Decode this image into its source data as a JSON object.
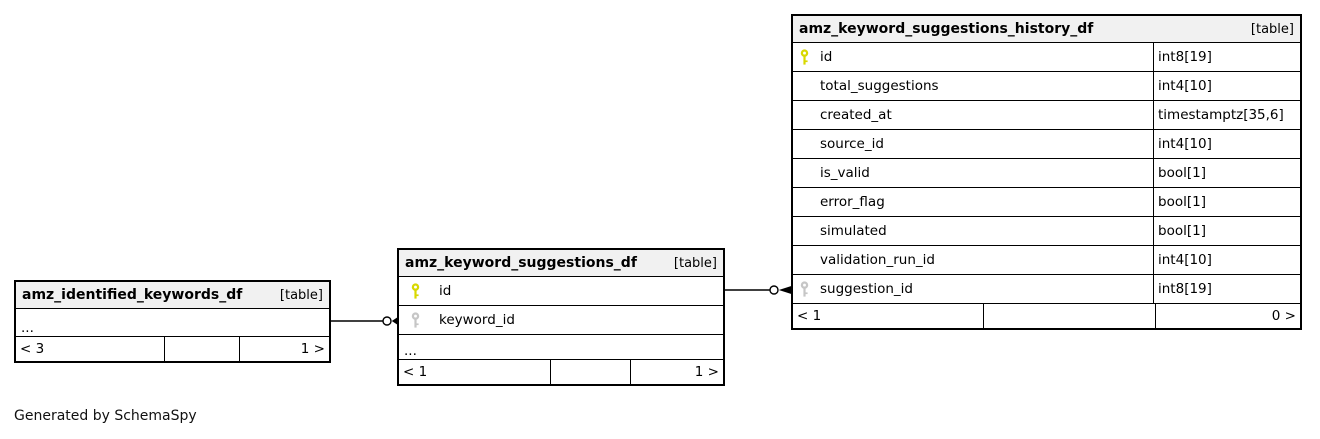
{
  "page": {
    "footer_note": "Generated by SchemaSpy"
  },
  "colors": {
    "table_header_bg": "#f1f1f1",
    "border": "#000000",
    "primary_key_icon": "#d8d800",
    "foreign_key_icon": "#c6c6c6",
    "background": "#ffffff"
  },
  "tables": [
    {
      "name": "amz_identified_keywords_df",
      "badge": "[table]",
      "ellipsis": "...",
      "columns": [],
      "footer": {
        "left": "< 3",
        "right": "1 >"
      }
    },
    {
      "name": "amz_keyword_suggestions_df",
      "badge": "[table]",
      "ellipsis": "...",
      "columns": [
        {
          "name": "id",
          "key": "primary"
        },
        {
          "name": "keyword_id",
          "key": "foreign"
        }
      ],
      "footer": {
        "left": "< 1",
        "right": "1 >"
      }
    },
    {
      "name": "amz_keyword_suggestions_history_df",
      "badge": "[table]",
      "columns": [
        {
          "name": "id",
          "type": "int8[19]",
          "key": "primary"
        },
        {
          "name": "total_suggestions",
          "type": "int4[10]"
        },
        {
          "name": "created_at",
          "type": "timestamptz[35,6]"
        },
        {
          "name": "source_id",
          "type": "int4[10]"
        },
        {
          "name": "is_valid",
          "type": "bool[1]"
        },
        {
          "name": "error_flag",
          "type": "bool[1]"
        },
        {
          "name": "simulated",
          "type": "bool[1]"
        },
        {
          "name": "validation_run_id",
          "type": "int4[10]"
        },
        {
          "name": "suggestion_id",
          "type": "int8[19]",
          "key": "foreign"
        }
      ],
      "footer": {
        "left": "< 1",
        "right": "0 >"
      }
    }
  ],
  "relationships": [
    {
      "from_table": "amz_identified_keywords_df",
      "to_table": "amz_keyword_suggestions_df",
      "to_column": "keyword_id"
    },
    {
      "from_table": "amz_keyword_suggestions_df",
      "from_column": "id",
      "to_table": "amz_keyword_suggestions_history_df",
      "to_column": "suggestion_id"
    }
  ]
}
